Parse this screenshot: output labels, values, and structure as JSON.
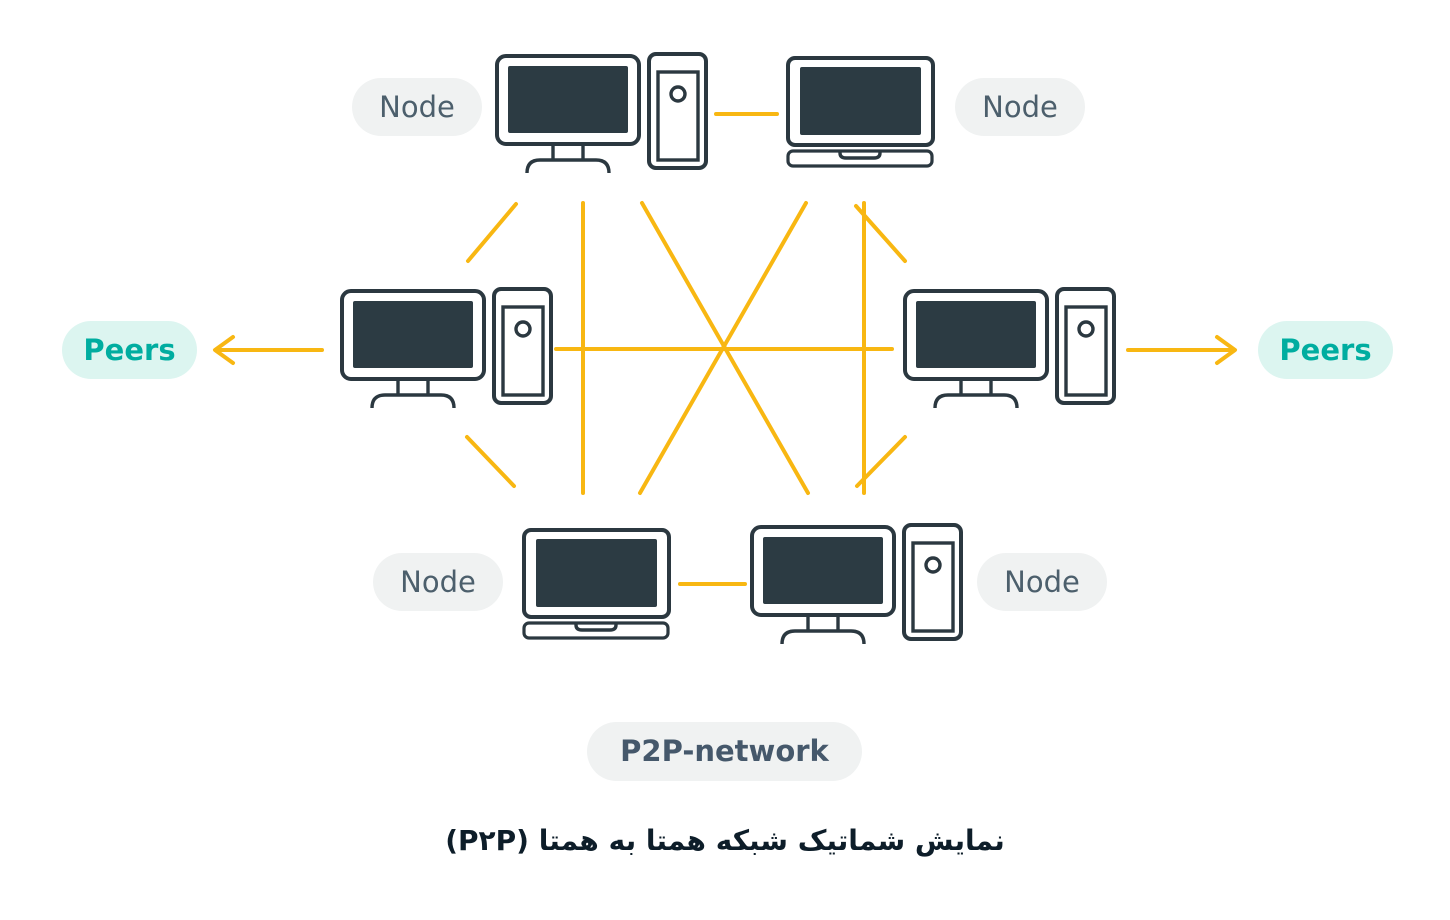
{
  "badges": [
    {
      "id": "node-top-left",
      "label": "Node",
      "style": "gray"
    },
    {
      "id": "node-top-right",
      "label": "Node",
      "style": "gray"
    },
    {
      "id": "peers-left",
      "label": "Peers",
      "style": "mint"
    },
    {
      "id": "peers-right",
      "label": "Peers",
      "style": "mint"
    },
    {
      "id": "node-bottom-left",
      "label": "Node",
      "style": "gray"
    },
    {
      "id": "node-bottom-right",
      "label": "Node",
      "style": "gray"
    },
    {
      "id": "network",
      "label": "P2P-network",
      "style": "gray-bold"
    }
  ],
  "caption": "نمایش شماتیک شبکه همتا به همتا (P۲P)",
  "network": {
    "computers": [
      {
        "id": "top-left",
        "type": "desktop-with-tower"
      },
      {
        "id": "top-right",
        "type": "laptop"
      },
      {
        "id": "middle-left",
        "type": "desktop-with-tower"
      },
      {
        "id": "middle-right",
        "type": "desktop-with-tower"
      },
      {
        "id": "bottom-left",
        "type": "laptop"
      },
      {
        "id": "bottom-right",
        "type": "desktop-with-tower"
      }
    ],
    "links": [
      "top-left↔top-right",
      "bottom-left↔bottom-right",
      "middle-left↔middle-right",
      "top-left↔bottom-left",
      "top-right↔bottom-right",
      "top-left↔bottom-right",
      "top-right↔bottom-left",
      "middle-left↔top-left",
      "top-right↔middle-right",
      "middle-left↔bottom-left",
      "middle-right↔bottom-right",
      "middle-left→peers-left (arrow)",
      "middle-right→peers-right (arrow)"
    ]
  },
  "icons": {
    "desktop": "desktop-computer-icon",
    "laptop": "laptop-icon",
    "arrow_left": "arrow-left-icon",
    "arrow_right": "arrow-right-icon"
  },
  "colors": {
    "accent-yellow": "#F8B712",
    "outline": "#2B3840",
    "screen": "#2C3B43",
    "pill-gray-bg": "#F0F2F2",
    "pill-gray-text": "#4C5F6C",
    "pill-mint-bg": "#DCF5F0",
    "pill-mint-text": "#00ADA0",
    "network-text": "#45586B",
    "caption-text": "#0D1D29",
    "bg": "#FFFFFF"
  }
}
